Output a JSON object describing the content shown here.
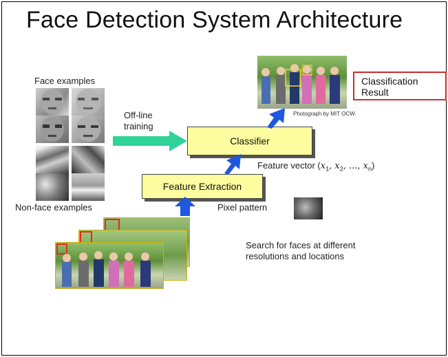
{
  "slide": {
    "title": "Face Detection System Architecture",
    "face_examples_label": "Face examples",
    "nonface_examples_label": "Non-face examples",
    "offline_training_label": "Off-line training",
    "classifier_label": "Classifier",
    "feature_extraction_label": "Feature Extraction",
    "feature_vector_label_prefix": "Feature vector (",
    "feature_vector_math": [
      "x",
      "1",
      ", x",
      "2",
      ", ..., x",
      "n",
      ")"
    ],
    "pixel_pattern_label": "Pixel pattern",
    "classification_result_label": "Classification Result",
    "photo_credit": "Photograph by MIT OCW.",
    "search_text": "Search for faces at different resolutions and locations"
  },
  "colors": {
    "training_arrow": "#2fd39a",
    "flow_arrow": "#1f57e0",
    "box_fill": "#fefea0",
    "result_border": "#d12a2a"
  }
}
